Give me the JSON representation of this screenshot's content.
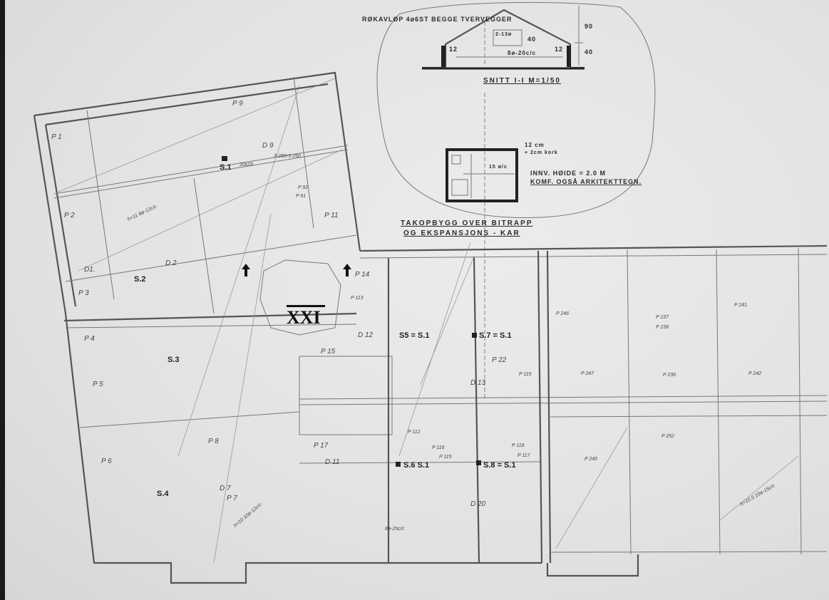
{
  "section": {
    "header_note": "RØKAVLØP 4ø6ST BEGGE TVERVEGGER",
    "title": "SNITT I-I  M=1/50",
    "dim_top": "90",
    "dim_bottom": "40",
    "dim_window": "40",
    "wall_left": "12",
    "wall_right": "12",
    "rebar_top": "2-13ø",
    "rebar_slab": "8ø-20c/c"
  },
  "roof_plan": {
    "wall_note_1": "12 cm",
    "wall_note_2": "+ 2cm kork",
    "height_note": "INNV. HØIDE = 2.0 M",
    "ref_note": "KOMF. OGSÅ ARKITEKTTEGN.",
    "slab_note": "15 ø/c"
  },
  "caption": {
    "line1": "TAKOPBYGG  OVER  BITRAPP",
    "line2": "OG  EKSPANSJONS - KAR"
  },
  "plan": {
    "sheet_number": "XXI",
    "supports": [
      "S.1",
      "S.2",
      "S.3",
      "S.4",
      "S5 = S.1",
      "S.6  S.1",
      "S.7 = S.1",
      "S.8 = S.1"
    ],
    "rooms": [
      "P 1",
      "P 2",
      "P 3",
      "P 4",
      "P 5",
      "P 6",
      "P 7",
      "P 8",
      "P 9",
      "P 11",
      "P 14",
      "P 15",
      "P 17",
      "P 22"
    ],
    "beams": [
      "D1.",
      "D 2",
      "D 9",
      "D 7",
      "D 11",
      "D 12",
      "D 13",
      "D 20"
    ],
    "rebar_labels": [
      "P 112",
      "P 113",
      "P 115",
      "P 116",
      "P 117",
      "P 118",
      "P 119",
      "P 92",
      "P 91",
      "P 236",
      "P 237",
      "P 238",
      "P 240",
      "P 241",
      "P 242",
      "P 246",
      "P 247",
      "P 252"
    ],
    "slab_notes": [
      "h=10 10ø-12c/c",
      "h=11 8ø-12c/c",
      "h=10.5 10ø-15c/c",
      "8ø-25c/c",
      "3-250-3 250",
      "20x25"
    ]
  }
}
